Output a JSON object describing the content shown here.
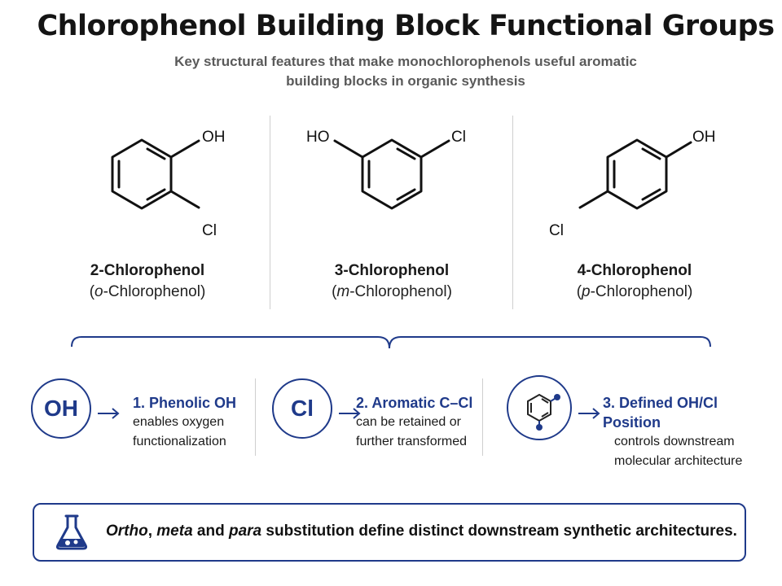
{
  "header": {
    "title": "Chlorophenol Building Block Functional Groups",
    "subtitle_line1": "Key structural features that make monochlorophenols useful aromatic",
    "subtitle_line2": "building blocks in organic synthesis"
  },
  "molecules": [
    {
      "name": "2-Chlorophenol",
      "alt_prefix": "o",
      "alt_suffix": "-Chlorophenol",
      "oh_label": "OH",
      "cl_label": "Cl"
    },
    {
      "name": "3-Chlorophenol",
      "alt_prefix": "m",
      "alt_suffix": "-Chlorophenol",
      "oh_label": "HO",
      "cl_label": "Cl"
    },
    {
      "name": "4-Chlorophenol",
      "alt_prefix": "p",
      "alt_suffix": "-Chlorophenol",
      "oh_label": "OH",
      "cl_label": "Cl"
    }
  ],
  "features": [
    {
      "icon_text": "OH",
      "title": "1. Phenolic OH",
      "desc_line1": "enables oxygen",
      "desc_line2": "functionalization"
    },
    {
      "icon_text": "Cl",
      "title": "2. Aromatic C–Cl",
      "desc_line1": "can be retained or",
      "desc_line2": "further transformed"
    },
    {
      "icon_text": "",
      "title": "3. Defined OH/Cl Position",
      "desc_line1": "controls downstream",
      "desc_line2": "molecular architecture"
    }
  ],
  "banner": {
    "word_ortho": "Ortho",
    "sep1": ", ",
    "word_meta": "meta",
    "sep2": " and ",
    "word_para": "para",
    "rest": " substitution define distinct downstream synthetic architectures."
  },
  "colors": {
    "accent": "#1f3a8a",
    "text": "#111111",
    "subtitle": "#5a5a5a",
    "divider": "#cfcfcf"
  },
  "icons": {
    "feature3": "benzene-ring-icon",
    "banner": "flask-icon"
  }
}
